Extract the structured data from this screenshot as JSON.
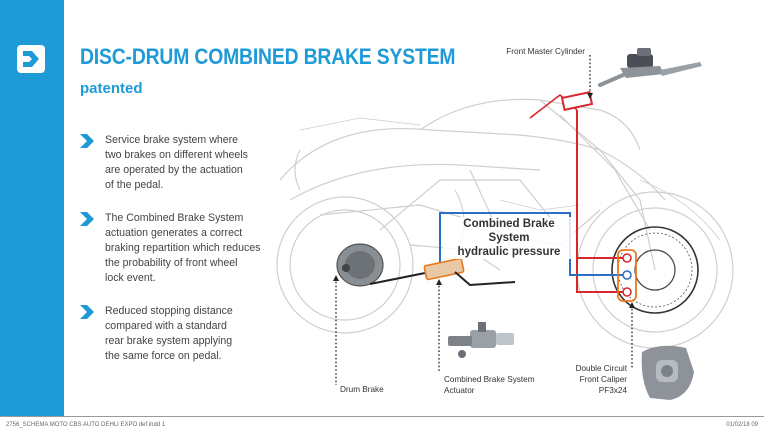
{
  "header": {
    "title": "DISC-DRUM COMBINED BRAKE SYSTEM",
    "subtitle": "patented",
    "logo_icon": "brand-logo-icon"
  },
  "bullets": [
    {
      "icon": "chevron-right-icon",
      "text": "Service brake system where\ntwo brakes on different wheels\nare operated by the actuation\nof the pedal."
    },
    {
      "icon": "chevron-right-icon",
      "text": "The Combined Brake System\nactuation generates a correct\nbraking repartition which reduces\nthe probability of front wheel\nlock event."
    },
    {
      "icon": "chevron-right-icon",
      "text": "Reduced stopping distance\ncompared with a standard\nrear brake system applying\nthe same force on pedal."
    }
  ],
  "diagram": {
    "center_label": "Combined Brake System\nhydraulic pressure",
    "labels": {
      "front_master_cylinder": "Front Master Cylinder",
      "drum_brake": "Drum Brake",
      "actuator": "Combined Brake System\nActuator",
      "caliper": "Double Circuit\nFront Caliper\nPF3x24"
    },
    "colors": {
      "accent": "#1e9bd7",
      "front_circuit": "#d9262c",
      "cbs_circuit": "#2a6fc4",
      "highlight": "#e8791f"
    }
  },
  "footer": {
    "left": "2756_SCHEMA MOTO CBS AUTO DEHLI EXPO def.indd  1",
    "right": "01/02/18  09"
  }
}
